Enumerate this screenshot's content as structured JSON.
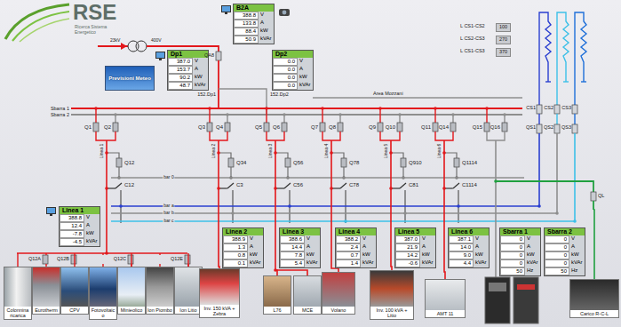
{
  "diagram": {
    "nodes": [
      {
        "text": [
          "B2A",
          "388.8",
          "V",
          "133.8",
          "A",
          "88.4",
          "kW",
          "50.9",
          "kVAr"
        ]
      },
      {
        "text": [
          "Dp1",
          "387.0",
          "V",
          "153.7",
          "A",
          "90.2",
          "kW",
          "48.7",
          "kVAr"
        ]
      },
      {
        "text": [
          "Dp2",
          "0.0",
          "V",
          "0.0",
          "A",
          "0.0",
          "kW",
          "0.0",
          "kVAr"
        ]
      },
      {
        "text": [
          "Previsioni Meteo"
        ]
      },
      {
        "text": [
          "Linea 1",
          "388.8",
          "V",
          "12.4",
          "A",
          "-7.8",
          "kW",
          "-4.5",
          "kVAr"
        ]
      },
      {
        "text": [
          "Linea 2",
          "388.9",
          "V",
          "1.3",
          "A",
          "0.8",
          "kW",
          "0.1",
          "kVAr"
        ]
      },
      {
        "text": [
          "Linea 3",
          "388.6",
          "V",
          "14.4",
          "A",
          "7.8",
          "kW",
          "5.4",
          "kVAr"
        ]
      },
      {
        "text": [
          "Linea 4",
          "388.2",
          "V",
          "2.4",
          "A",
          "0.7",
          "kW",
          "1.4",
          "kVAr"
        ]
      },
      {
        "text": [
          "Linea 5",
          "387.0",
          "V",
          "21.9",
          "A",
          "14.2",
          "kW",
          "-0.6",
          "kVAr"
        ]
      },
      {
        "text": [
          "Linea 6",
          "387.1",
          "V",
          "14.0",
          "A",
          "9.0",
          "kW",
          "4.4",
          "kVAr"
        ]
      },
      {
        "text": [
          "Sbarra 1",
          "0",
          "V",
          "0",
          "A",
          "0",
          "kW",
          "0",
          "kVAr",
          "50",
          "Hz"
        ]
      },
      {
        "text": [
          "Sbarra 2",
          "0",
          "V",
          "0",
          "A",
          "0",
          "kW",
          "0",
          "kVAr",
          "50",
          "Hz"
        ]
      },
      {
        "text": [
          "Colonnina ricarica"
        ]
      },
      {
        "text": [
          "Eurotherm"
        ]
      },
      {
        "text": [
          "CPV"
        ]
      },
      {
        "text": [
          "Fotovoltaico"
        ]
      },
      {
        "text": [
          "Minieolico"
        ]
      },
      {
        "text": [
          "Ion Piombo"
        ]
      },
      {
        "text": [
          "Ion Litio"
        ]
      },
      {
        "text": [
          "Inv. 150 kVA + Zebra"
        ]
      },
      {
        "text": [
          "L76"
        ]
      },
      {
        "text": [
          "MCE"
        ]
      },
      {
        "text": [
          "Volano"
        ]
      },
      {
        "text": [
          "Inv. 100 kVA + Litio"
        ]
      },
      {
        "text": [
          "AMT 11"
        ]
      },
      {
        "text": [
          "Carico R-C-L"
        ]
      }
    ],
    "labels": [
      "RSE",
      "Ricerca Sistema Energetico",
      "23kV",
      "400V",
      "QA8",
      "152.Dp1",
      "152.Dp2",
      "Area Mozzani",
      "Sbarra 1",
      "Sbarra 2",
      "Q1",
      "Q2",
      "Q3",
      "Q4",
      "Q5",
      "Q6",
      "Q7",
      "Q8",
      "Q9",
      "Q10",
      "Q11",
      "Q14",
      "Q15",
      "Q16",
      "Q12",
      "Q34",
      "Q56",
      "Q78",
      "Q910",
      "Q1114",
      "bar 0",
      "bar a",
      "bar b",
      "bar c",
      "C12",
      "C3",
      "C56",
      "C78",
      "C81",
      "C1114",
      "Linea 1",
      "Linea 2",
      "Linea 3",
      "Linea 4",
      "Linea 5",
      "Linea 6",
      "Q12A",
      "Q12B",
      "Q12C",
      "Q12E",
      "L CS1-CS2",
      "100",
      "L CS2-CS3",
      "270",
      "L CS1-CS3",
      "370",
      "CS1",
      "CS2",
      "CS3",
      "QS1",
      "QS2",
      "QS3",
      "QL"
    ]
  }
}
